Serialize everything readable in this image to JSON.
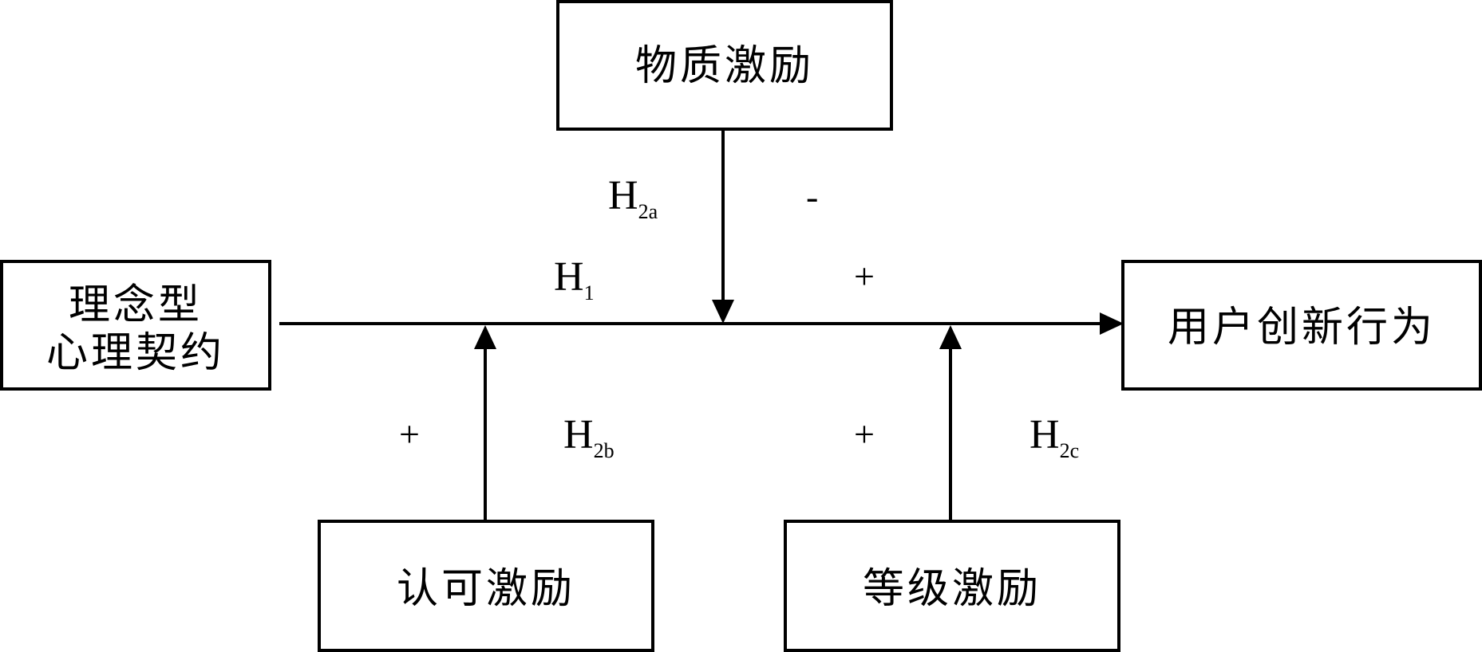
{
  "nodes": {
    "material": {
      "label": "物质激励"
    },
    "ideological_line1": {
      "label": "理念型"
    },
    "ideological_line2": {
      "label": "心理契约"
    },
    "innovation": {
      "label": "用户创新行为"
    },
    "recognition": {
      "label": "认可激励"
    },
    "grade": {
      "label": "等级激励"
    }
  },
  "hypotheses": {
    "h1": {
      "main": "H",
      "sub": "1",
      "sign": "+"
    },
    "h2a": {
      "main": "H",
      "sub": "2a",
      "sign": "-"
    },
    "h2b": {
      "main": "H",
      "sub": "2b",
      "sign": "+"
    },
    "h2c": {
      "main": "H",
      "sub": "2c",
      "sign": "+"
    }
  }
}
